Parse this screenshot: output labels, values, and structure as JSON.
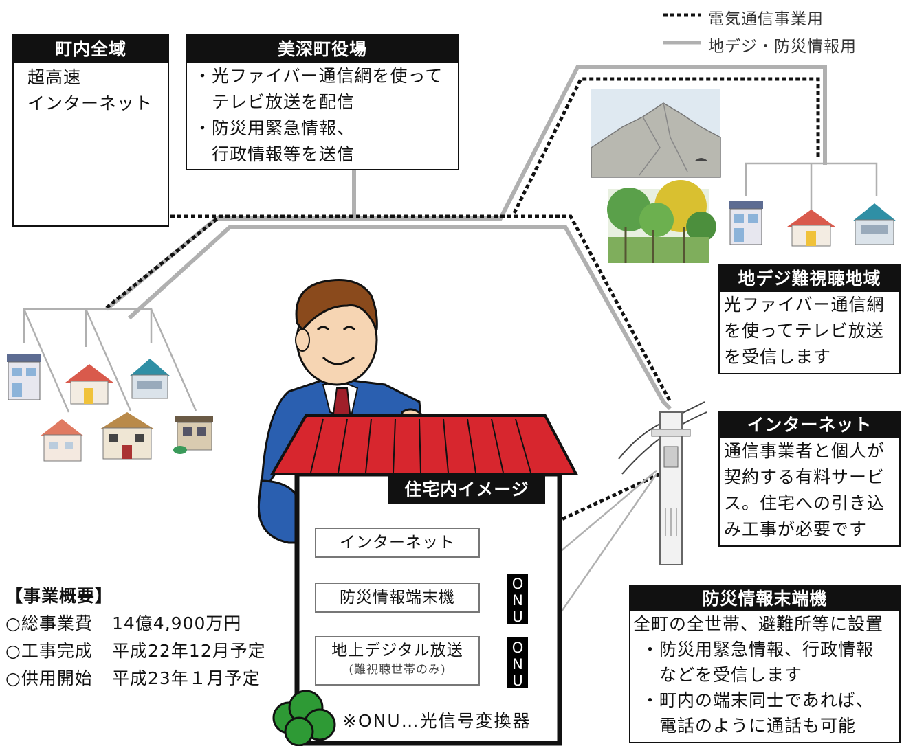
{
  "legend": {
    "dotted": "電気通信事業用",
    "solid": "地デジ・防災情報用"
  },
  "town_all": {
    "title": "町内全域",
    "lines": [
      "超高速",
      "インターネット"
    ]
  },
  "town_hall": {
    "title": "美深町役場",
    "lines": [
      "・光ファイバー通信網を使って",
      "　テレビ放送を配信",
      "・防災用緊急情報、",
      "　行政情報等を送信"
    ]
  },
  "difficult_area": {
    "title": "地デジ難視聴地域",
    "lines": [
      "光ファイバー通信網",
      "を使ってテレビ放送",
      "を受信します"
    ]
  },
  "internet_box": {
    "title": "インターネット",
    "lines": [
      "通信事業者と個人が",
      "契約する有料サービ",
      "ス。住宅への引き込",
      "み工事が必要です"
    ]
  },
  "disaster_terminal": {
    "title": "防災情報末端機",
    "lines": [
      "全町の全世帯、避難所等に設置",
      "・防災用緊急情報、行政情報",
      "　などを受信します",
      "・町内の端末同士であれば、",
      "　電話のように通話も可能"
    ]
  },
  "house": {
    "label": "住宅内イメージ",
    "internet": "インターネット",
    "terminal": "防災情報端末機",
    "digital": "地上デジタル放送",
    "digital_sub": "(難視聴世帯のみ)",
    "onu": "ONU",
    "note": "※ONU…光信号変換器"
  },
  "summary": {
    "title": "【事業概要】",
    "rows": [
      {
        "label": "○総事業費",
        "value": "14億4,900万円"
      },
      {
        "label": "○工事完成",
        "value": "平成22年12月予定"
      },
      {
        "label": "○供用開始",
        "value": "平成23年１月予定"
      }
    ]
  },
  "colors": {
    "roof": "#d7262e",
    "suit": "#2a5fb0",
    "tie": "#a01f2a",
    "solid_line": "#b0b0b0",
    "dotted_line": "#111111",
    "tree": "#2e9a35"
  }
}
